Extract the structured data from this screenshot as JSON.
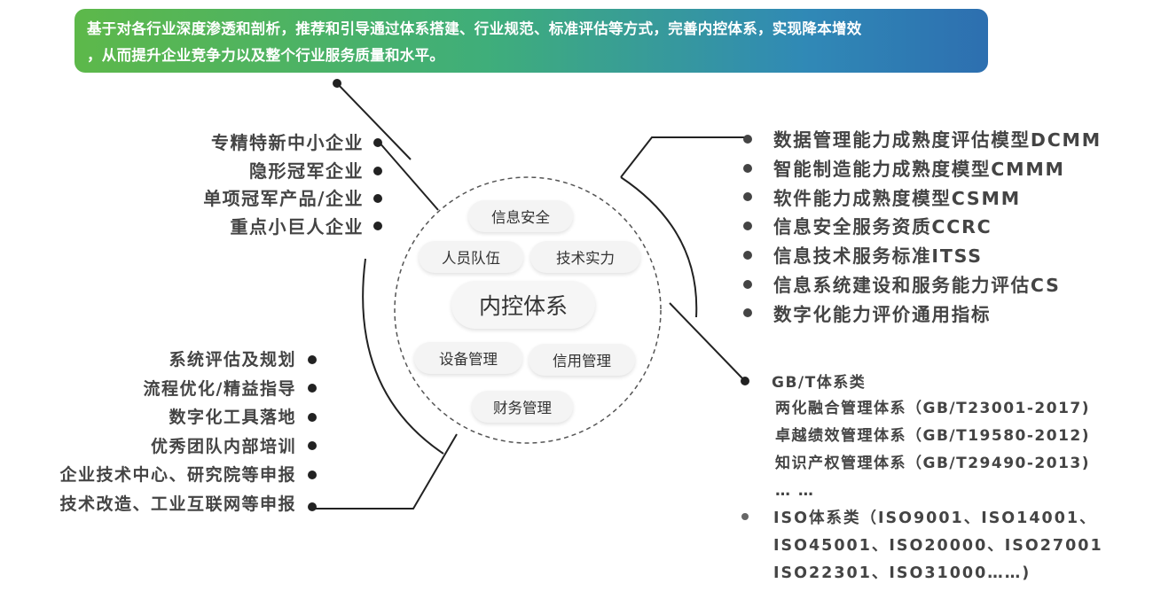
{
  "banner": {
    "line1": "基于对各行业深度渗透和剖析，推荐和引导通过体系搭建、行业规范、标准评估等方式，完善内控体系，实现降本增效",
    "line2": "，从而提升企业竞争力以及整个行业服务质量和水平。"
  },
  "left_top_items": [
    "专精特新中小企业",
    "隐形冠军企业",
    "单项冠军产品/企业",
    "重点小巨人企业"
  ],
  "left_bottom_items": [
    "系统评估及规划",
    "流程优化/精益指导",
    "数字化工具落地",
    "优秀团队内部培训",
    "企业技术中心、研究院等申报",
    "技术改造、工业互联网等申报"
  ],
  "right_top_items": [
    "数据管理能力成熟度评估模型DCMM",
    "智能制造能力成熟度模型CMMM",
    "软件能力成熟度模型CSMM",
    "信息安全服务资质CCRC",
    "信息技术服务标准ITSS",
    "信息系统建设和服务能力评估CS",
    "数字化能力评价通用指标"
  ],
  "gb": {
    "heading": "GB/T体系类",
    "items": [
      "两化融合管理体系（GB/T23001-2017)",
      "卓越绩效管理体系（GB/T19580-2012)",
      "知识产权管理体系（GB/T29490-2013)",
      "… …"
    ]
  },
  "iso": {
    "lines": [
      "ISO体系类（ISO9001、ISO14001、",
      "ISO45001、ISO20000、ISO27001",
      "ISO22301、ISO31000……)"
    ]
  },
  "center": {
    "core": "内控体系",
    "info_security": "信息安全",
    "personnel": "人员队伍",
    "tech_strength": "技术实力",
    "equipment": "设备管理",
    "credit": "信用管理",
    "finance": "财务管理"
  },
  "colors": {
    "banner_start": "#5db84a",
    "banner_end": "#2d6fb0",
    "text": "#444444",
    "line": "#222222"
  }
}
